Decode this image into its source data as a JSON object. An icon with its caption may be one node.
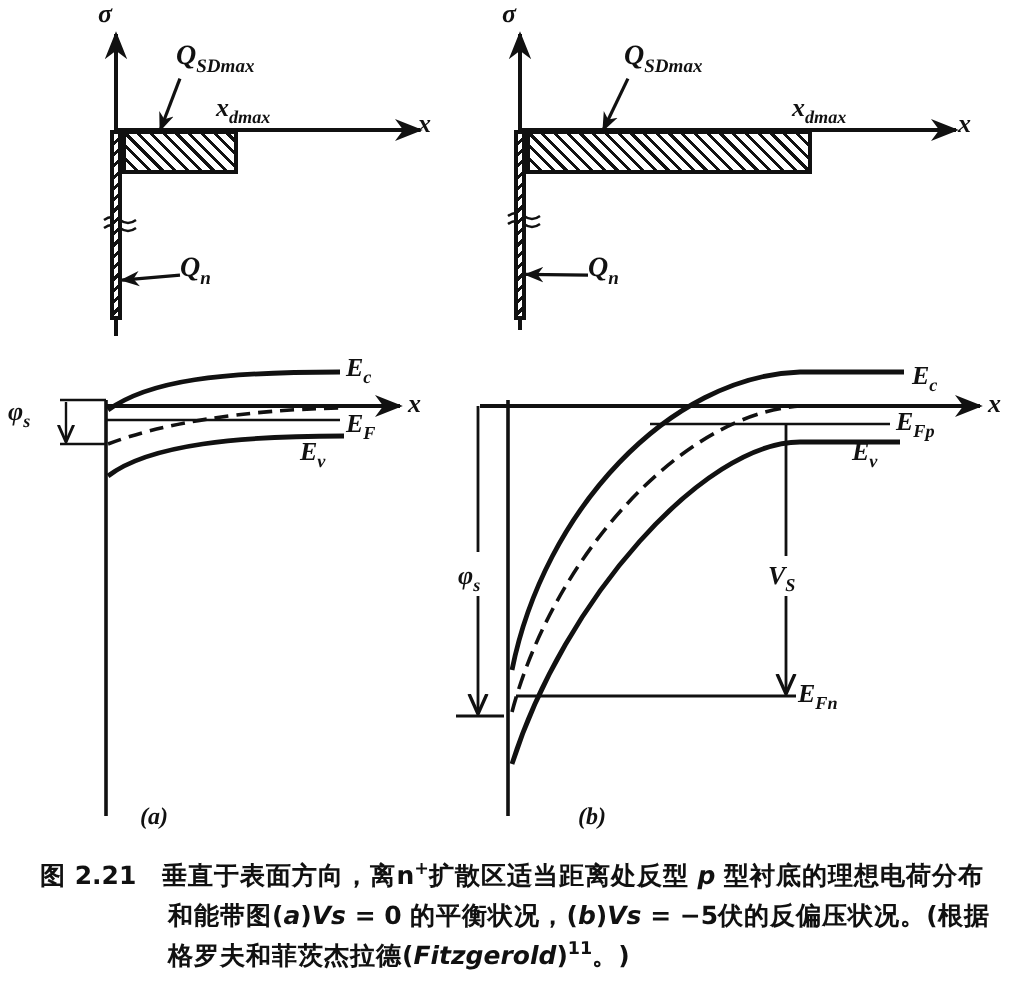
{
  "diagram": {
    "caption": "图 2.21　垂直于表面方向，离n$^{+}$扩散区适当距离处反型 *p* 型衬底的理想电荷分布和能带图(*a*)*Vs* = 0 的平衡状况，(*b*)*Vs* = −5伏的反偏压状况。(根据格罗夫和菲茨杰拉德(*Fitzgerold*)$^{11}$。)",
    "nodes": [
      {
        "text": [
          "Q$_{SDmax}$"
        ]
      },
      {
        "text": [],
        "shape": "box"
      },
      {
        "text": [
          "Q$_{n}$"
        ]
      },
      {
        "text": [],
        "shape": "bar"
      },
      {
        "text": [
          "Q$_{SDmax}$"
        ]
      },
      {
        "text": [],
        "shape": "box"
      },
      {
        "text": [
          "Q$_{n}$"
        ]
      },
      {
        "text": [],
        "shape": "bar"
      }
    ],
    "edges": [
      {
        "from": 0,
        "to": 1,
        "arrow": "to"
      },
      {
        "from": 2,
        "to": 3,
        "arrow": "to"
      },
      {
        "from": 4,
        "to": 5,
        "arrow": "to"
      },
      {
        "from": 6,
        "to": 7,
        "arrow": "to"
      }
    ],
    "labels": [
      "σ",
      "x$_{dmax}$",
      "x",
      "σ",
      "x$_{dmax}$",
      "x",
      "φ$_{s}$",
      "E$_{c}$",
      "x",
      "E$_{F}$",
      "E$_{v}$",
      "(a)",
      "E$_{c}$",
      "x",
      "E$_{Fp}$",
      "E$_{v}$",
      "φ$_{s}$",
      "V$_{S}$",
      "E$_{Fn}$",
      "(b)"
    ]
  }
}
